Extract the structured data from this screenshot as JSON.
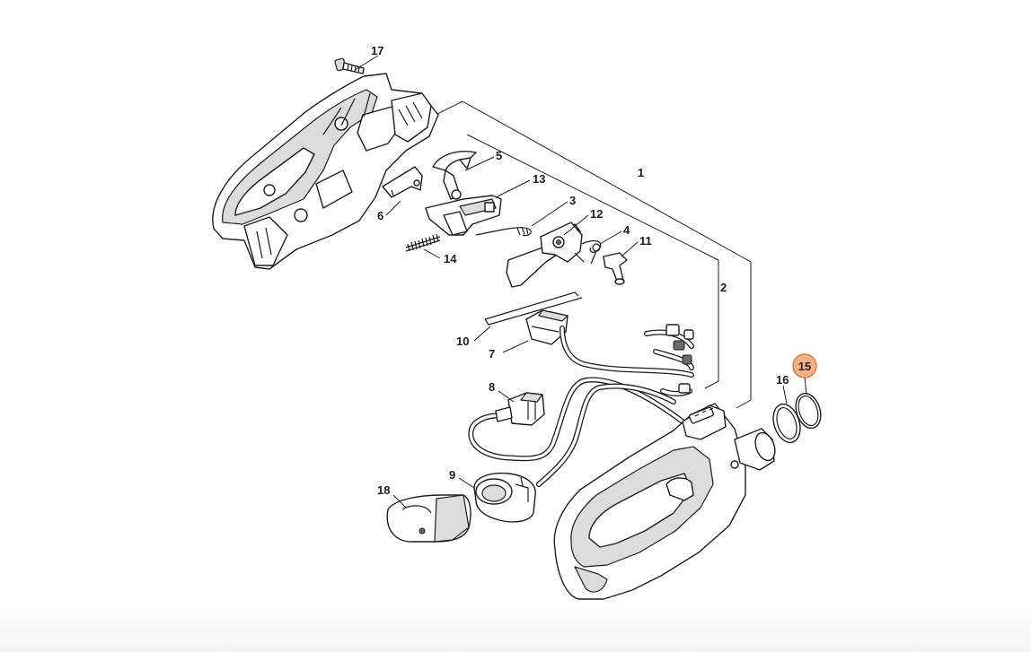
{
  "diagram": {
    "highlight_color": "#f4b183",
    "callouts": {
      "c1": "1",
      "c2": "2",
      "c3": "3",
      "c4": "4",
      "c5": "5",
      "c6": "6",
      "c7": "7",
      "c8": "8",
      "c9": "9",
      "c10": "10",
      "c11": "11",
      "c12": "12",
      "c13": "13",
      "c14": "14",
      "c15": "15",
      "c16": "16",
      "c17": "17",
      "c18": "18"
    },
    "highlighted_callout": "15"
  }
}
